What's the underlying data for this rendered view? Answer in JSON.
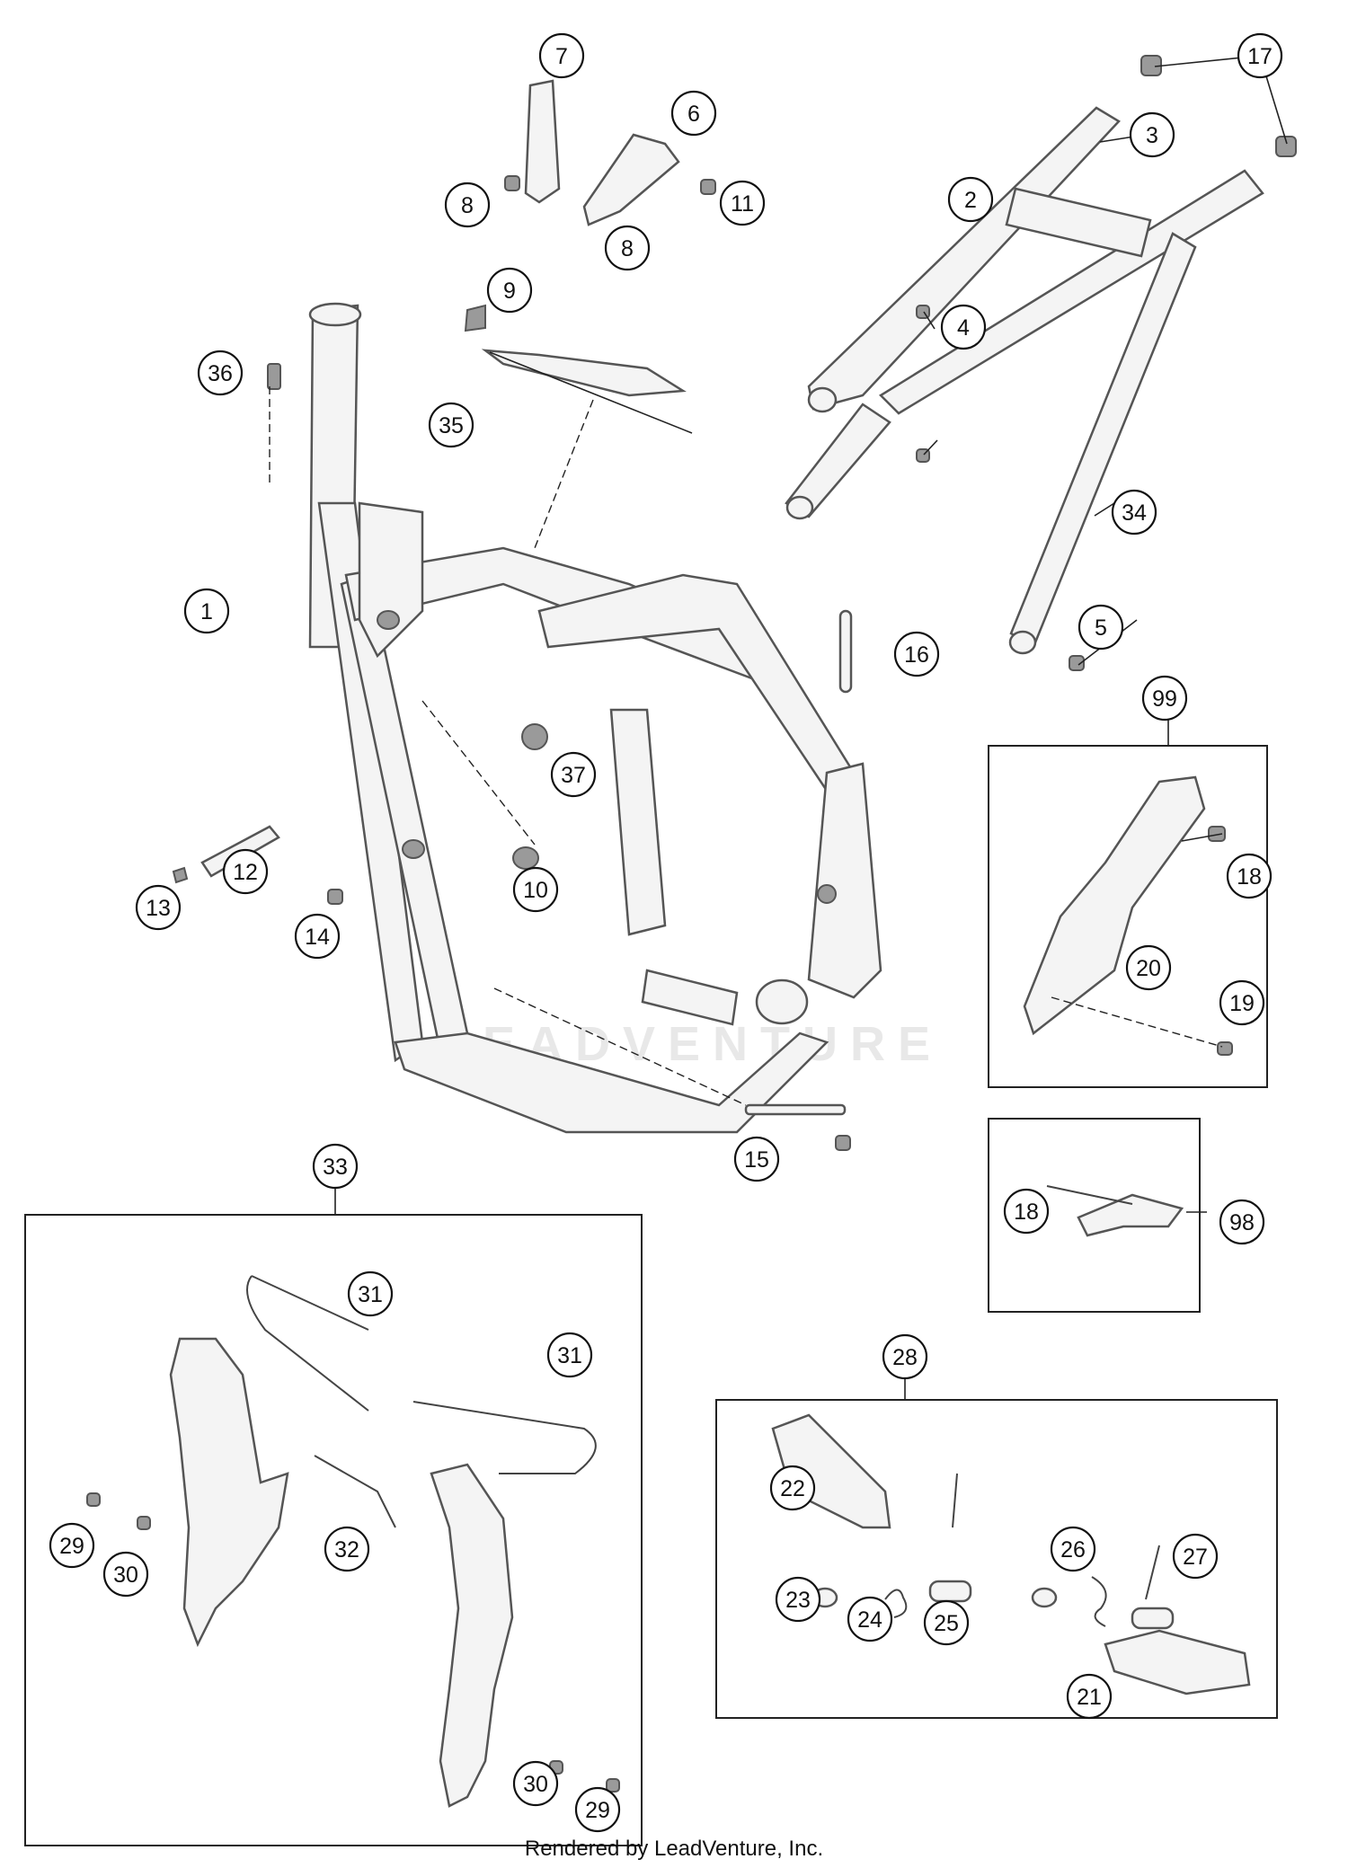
{
  "callouts": [
    {
      "id": "c1",
      "label": "1"
    },
    {
      "id": "c2",
      "label": "2"
    },
    {
      "id": "c3",
      "label": "3"
    },
    {
      "id": "c4",
      "label": "4"
    },
    {
      "id": "c5",
      "label": "5"
    },
    {
      "id": "c6",
      "label": "6"
    },
    {
      "id": "c7",
      "label": "7"
    },
    {
      "id": "c8a",
      "label": "8"
    },
    {
      "id": "c8b",
      "label": "8"
    },
    {
      "id": "c9",
      "label": "9"
    },
    {
      "id": "c10",
      "label": "10"
    },
    {
      "id": "c11",
      "label": "11"
    },
    {
      "id": "c12",
      "label": "12"
    },
    {
      "id": "c13",
      "label": "13"
    },
    {
      "id": "c14",
      "label": "14"
    },
    {
      "id": "c15",
      "label": "15"
    },
    {
      "id": "c16",
      "label": "16"
    },
    {
      "id": "c17",
      "label": "17"
    },
    {
      "id": "c18a",
      "label": "18"
    },
    {
      "id": "c18b",
      "label": "18"
    },
    {
      "id": "c19",
      "label": "19"
    },
    {
      "id": "c20",
      "label": "20"
    },
    {
      "id": "c21",
      "label": "21"
    },
    {
      "id": "c22",
      "label": "22"
    },
    {
      "id": "c23",
      "label": "23"
    },
    {
      "id": "c24",
      "label": "24"
    },
    {
      "id": "c25",
      "label": "25"
    },
    {
      "id": "c26",
      "label": "26"
    },
    {
      "id": "c27",
      "label": "27"
    },
    {
      "id": "c28",
      "label": "28"
    },
    {
      "id": "c29a",
      "label": "29"
    },
    {
      "id": "c29b",
      "label": "29"
    },
    {
      "id": "c30a",
      "label": "30"
    },
    {
      "id": "c30b",
      "label": "30"
    },
    {
      "id": "c31a",
      "label": "31"
    },
    {
      "id": "c31b",
      "label": "31"
    },
    {
      "id": "c32",
      "label": "32"
    },
    {
      "id": "c33",
      "label": "33"
    },
    {
      "id": "c34",
      "label": "34"
    },
    {
      "id": "c35",
      "label": "35"
    },
    {
      "id": "c36",
      "label": "36"
    },
    {
      "id": "c37",
      "label": "37"
    },
    {
      "id": "c98",
      "label": "98"
    },
    {
      "id": "c99",
      "label": "99"
    }
  ],
  "watermark": "LEADVENTURE",
  "footer": "Rendered by LeadVenture, Inc."
}
